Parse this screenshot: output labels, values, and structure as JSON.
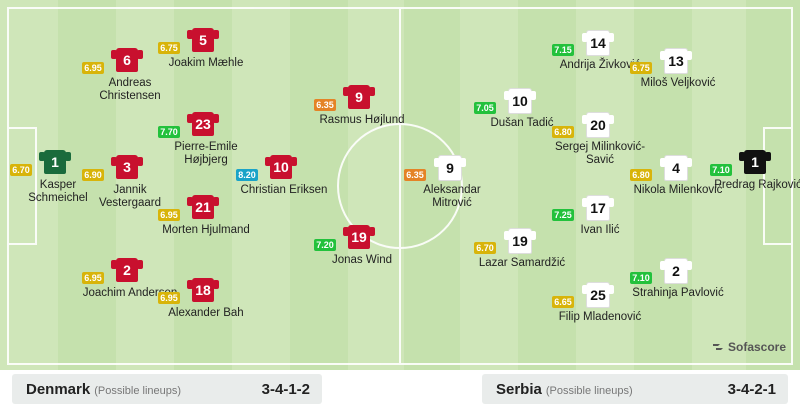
{
  "colors": {
    "rating_orange": "#e48326",
    "rating_yellow": "#d8b40a",
    "rating_green": "#23c13c",
    "rating_teal": "#1aa3c8",
    "denmark_shirt": "#c8102e",
    "serbia_shirt": "#ffffff",
    "denmark_gk_shirt": "#1a6b3c",
    "serbia_gk_shirt": "#111111"
  },
  "denmark": {
    "name": "Denmark",
    "note": "(Possible lineups)",
    "formation": "3-4-1-2",
    "players": [
      {
        "number": "1",
        "name": "Kasper Schmeichel",
        "rating": "6.70",
        "rating_level": "yellow"
      },
      {
        "number": "6",
        "name": "Andreas Christensen",
        "rating": "6.95",
        "rating_level": "yellow"
      },
      {
        "number": "3",
        "name": "Jannik Vestergaard",
        "rating": "6.90",
        "rating_level": "yellow"
      },
      {
        "number": "2",
        "name": "Joachim Andersen",
        "rating": "6.95",
        "rating_level": "yellow"
      },
      {
        "number": "5",
        "name": "Joakim Mæhle",
        "rating": "6.75",
        "rating_level": "yellow"
      },
      {
        "number": "23",
        "name": "Pierre-Emile Højbjerg",
        "rating": "7.70",
        "rating_level": "green"
      },
      {
        "number": "21",
        "name": "Morten Hjulmand",
        "rating": "6.95",
        "rating_level": "yellow"
      },
      {
        "number": "18",
        "name": "Alexander Bah",
        "rating": "6.95",
        "rating_level": "yellow"
      },
      {
        "number": "10",
        "name": "Christian Eriksen",
        "rating": "8.20",
        "rating_level": "teal"
      },
      {
        "number": "9",
        "name": "Rasmus Højlund",
        "rating": "6.35",
        "rating_level": "orange"
      },
      {
        "number": "19",
        "name": "Jonas Wind",
        "rating": "7.20",
        "rating_level": "green"
      }
    ]
  },
  "serbia": {
    "name": "Serbia",
    "note": "(Possible lineups)",
    "formation": "3-4-2-1",
    "players": [
      {
        "number": "9",
        "name": "Aleksandar Mitrović",
        "rating": "6.35",
        "rating_level": "orange"
      },
      {
        "number": "10",
        "name": "Dušan Tadić",
        "rating": "7.05",
        "rating_level": "green"
      },
      {
        "number": "19",
        "name": "Lazar Samardžić",
        "rating": "6.70",
        "rating_level": "yellow"
      },
      {
        "number": "14",
        "name": "Andrija Živković",
        "rating": "7.15",
        "rating_level": "green"
      },
      {
        "number": "20",
        "name": "Sergej Milinković-Savić",
        "rating": "6.80",
        "rating_level": "yellow"
      },
      {
        "number": "17",
        "name": "Ivan Ilić",
        "rating": "7.25",
        "rating_level": "green"
      },
      {
        "number": "25",
        "name": "Filip Mladenović",
        "rating": "6.65",
        "rating_level": "yellow"
      },
      {
        "number": "13",
        "name": "Miloš Veljković",
        "rating": "6.75",
        "rating_level": "yellow"
      },
      {
        "number": "4",
        "name": "Nikola Milenković",
        "rating": "6.80",
        "rating_level": "yellow"
      },
      {
        "number": "2",
        "name": "Strahinja Pavlović",
        "rating": "7.10",
        "rating_level": "green"
      },
      {
        "number": "1",
        "name": "Predrag Rajković",
        "rating": "7.10",
        "rating_level": "green"
      }
    ]
  },
  "brand": {
    "name": "Sofascore",
    "icon": "sofascore-logo-icon"
  }
}
